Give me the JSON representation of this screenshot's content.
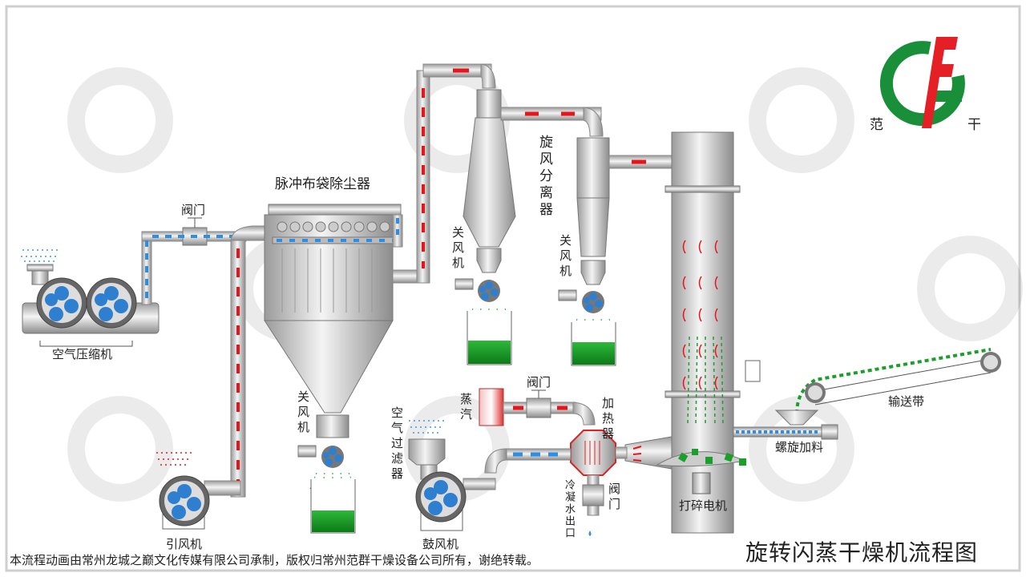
{
  "title": "旋转闪蒸干燥机流程图",
  "footer": "本流程动画由常州龙城之巅文化传媒有限公司承制，版权归常州范群干燥设备公司所有，谢绝转载。",
  "logo": {
    "left_char": "范",
    "right_char": "干",
    "letters": "FG"
  },
  "labels": {
    "air_compressor": "空气压缩机",
    "valve_top": "阀门",
    "induced_fan": "引风机",
    "dust_collector": "脉冲布袋除尘器",
    "airlock_1": "关风机",
    "airlock_2": "关风机",
    "airlock_3": "关风机",
    "cyclone": "旋风分离器",
    "air_filter": "空气过滤器",
    "blower": "鼓风机",
    "steam": "蒸汽",
    "valve_steam": "阀门",
    "heater": "加热器",
    "condensate_outlet": "冷凝水出口",
    "valve_condensate": "阀门",
    "crusher_motor": "打碎电机",
    "screw_feeder": "螺旋加料",
    "conveyor": "输送带"
  },
  "colors": {
    "hot": "#e8141c",
    "cold": "#2f8ee0",
    "product": "#1aa02a",
    "pipe": "#c9c9c9",
    "logo_red": "#e41f26",
    "logo_green": "#1a8f3a"
  }
}
